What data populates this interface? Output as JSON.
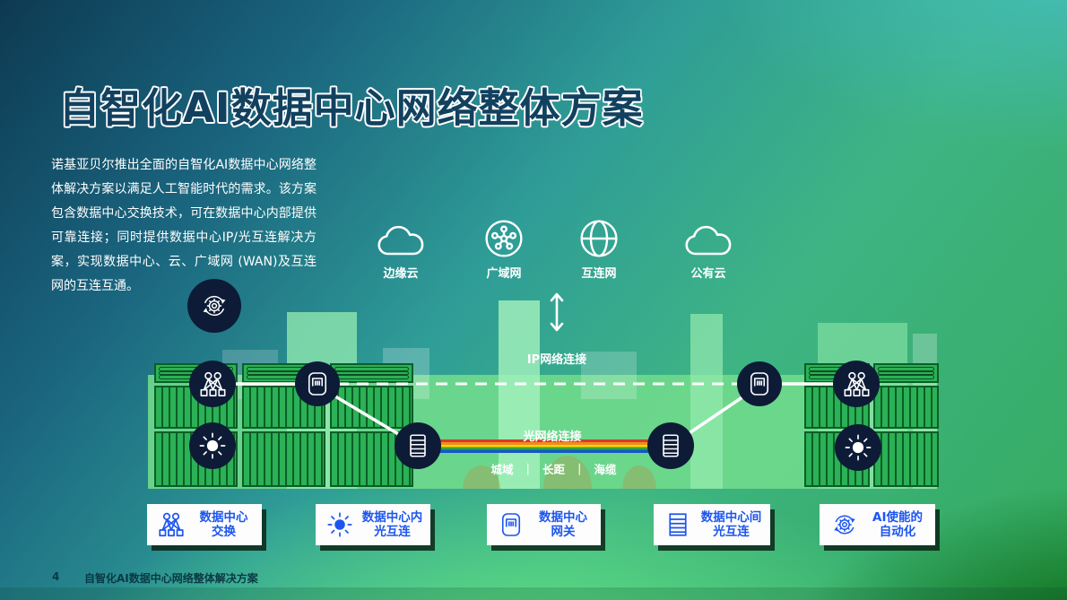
{
  "slide": {
    "title": "自智化AI数据中心网络整体方案",
    "intro": "诺基亚贝尔推出全面的自智化AI数据中心网络整体解决方案以满足人工智能时代的需求。该方案包含数据中心交换技术，可在数据中心内部提供可靠连接；同时提供数据中心IP/光互连解决方案，实现数据中心、云、广域网 (WAN)及互连网的互连互通。",
    "page_number": "4",
    "footer_text": "自智化AI数据中心网络整体解决方案"
  },
  "cloud_row": {
    "items": [
      {
        "label": "边缘云",
        "icon": "cloud-icon"
      },
      {
        "label": "广域网",
        "icon": "wan-hub-icon"
      },
      {
        "label": "互连网",
        "icon": "internet-globe-icon"
      },
      {
        "label": "公有云",
        "icon": "cloud-icon"
      }
    ]
  },
  "diagram": {
    "ip_link_label": "IP网络连接",
    "optical_link_label": "光网络连接",
    "optical_segments": [
      "城域",
      "长距",
      "海缆"
    ],
    "segment_separator": "｜",
    "node_icons": [
      "ai-automation-icon",
      "leaf-spine-icon",
      "optical-light-icon",
      "gateway-icon",
      "optical-transport-icon"
    ]
  },
  "legend": {
    "items": [
      {
        "line1": "数据中心",
        "line2": "交换",
        "icon": "leaf-spine-icon"
      },
      {
        "line1": "数据中心内",
        "line2": "光互连",
        "icon": "optical-light-icon"
      },
      {
        "line1": "数据中心",
        "line2": "网关",
        "icon": "gateway-icon"
      },
      {
        "line1": "数据中心间",
        "line2": "光互连",
        "icon": "optical-transport-icon"
      },
      {
        "line1": "AI使能的",
        "line2": "自动化",
        "icon": "ai-automation-icon"
      }
    ]
  },
  "colors": {
    "accent_blue": "#1d55f0",
    "node_navy": "#0d1b36",
    "title_navy": "#12415f",
    "rack_green": "#2bb156",
    "rack_green_dark": "#0b5e26",
    "rainbow": [
      "#d93a2b",
      "#f08c1e",
      "#ffd400",
      "#2fa43c",
      "#1656c9"
    ]
  }
}
